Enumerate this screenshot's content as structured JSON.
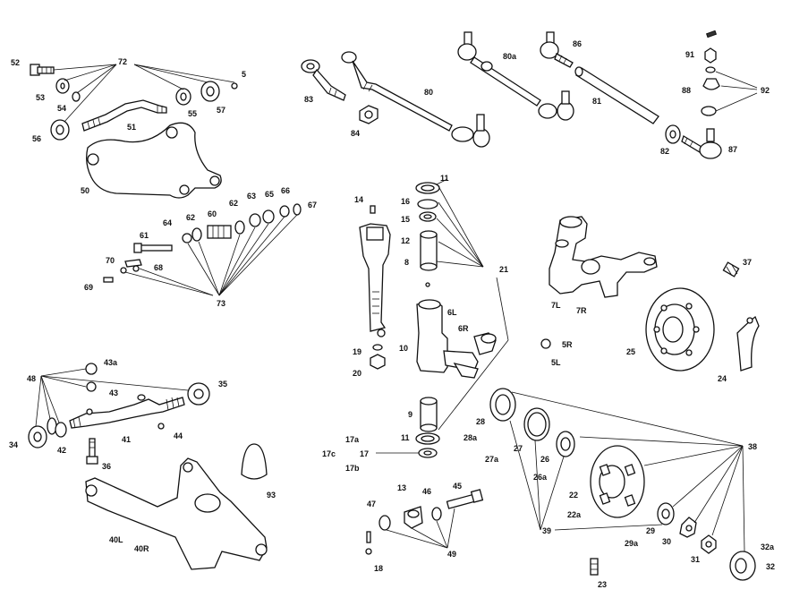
{
  "labels": {
    "l52": "52",
    "l72": "72",
    "l5": "5",
    "l53": "53",
    "l54": "54",
    "l56": "56",
    "l51": "51",
    "l55": "55",
    "l57": "57",
    "l50": "50",
    "l83": "83",
    "l84": "84",
    "l80": "80",
    "l80a": "80a",
    "l86": "86",
    "l81": "81",
    "l91": "91",
    "l88": "88",
    "l92": "92",
    "l82": "82",
    "l87": "87",
    "l14": "14",
    "l16": "16",
    "l15": "15",
    "l12": "12",
    "l8": "8",
    "l11a": "11",
    "l21": "21",
    "l19": "19",
    "l20": "20",
    "l6L": "6L",
    "l6R": "6R",
    "l10": "10",
    "l9": "9",
    "l11b": "11",
    "l17": "17",
    "l17a": "17a",
    "l17c": "17c",
    "l17b": "17b",
    "l7L": "7L",
    "l7R": "7R",
    "l37": "37",
    "l5R": "5R",
    "l5L": "5L",
    "l25": "25",
    "l24": "24",
    "l64": "64",
    "l62a": "62",
    "l60": "60",
    "l62b": "62",
    "l63": "63",
    "l65": "65",
    "l66": "66",
    "l67": "67",
    "l61": "61",
    "l70": "70",
    "l68": "68",
    "l69": "69",
    "l73": "73",
    "l48": "48",
    "l43a": "43a",
    "l43": "43",
    "l35": "35",
    "l34": "34",
    "l42": "42",
    "l41": "41",
    "l44": "44",
    "l36": "36",
    "l93": "93",
    "l40L": "40L",
    "l40R": "40R",
    "l13": "13",
    "l46": "46",
    "l45": "45",
    "l47": "47",
    "l49": "49",
    "l18": "18",
    "l28": "28",
    "l28a": "28a",
    "l27": "27",
    "l27a": "27a",
    "l26": "26",
    "l26a": "26a",
    "l22": "22",
    "l22a": "22a",
    "l38": "38",
    "l39": "39",
    "l29": "29",
    "l29a": "29a",
    "l30": "30",
    "l31": "31",
    "l32a": "32a",
    "l32": "32",
    "l23": "23"
  }
}
